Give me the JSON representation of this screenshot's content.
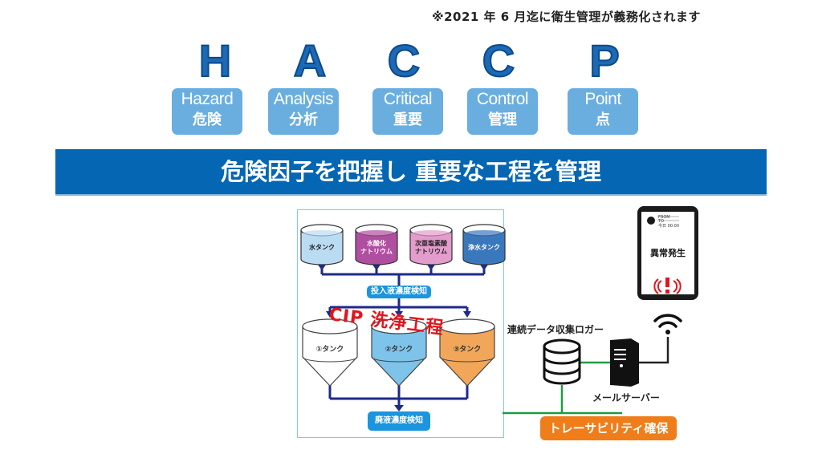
{
  "note": "※2021 年 6 月迄に衛生管理が義務化されます",
  "haccp": [
    {
      "letter": "H",
      "en": "Hazard",
      "ja": "危険"
    },
    {
      "letter": "A",
      "en": "Analysis",
      "ja": "分析"
    },
    {
      "letter": "C",
      "en": "Critical",
      "ja": "重要"
    },
    {
      "letter": "C",
      "en": "Control",
      "ja": "管理"
    },
    {
      "letter": "P",
      "en": "Point",
      "ja": "点"
    }
  ],
  "banner": "危険因子を把握し 重要な工程を管理",
  "process": {
    "supply_tanks": [
      {
        "label": "水タンク",
        "color": "#b9dcf3"
      },
      {
        "label": "水酸化\nナトリウム",
        "color": "#b04ea0"
      },
      {
        "label": "次亜塩素酸\nナトリウム",
        "color": "#e39ccc"
      },
      {
        "label": "浄水タンク",
        "color": "#3a78bd"
      }
    ],
    "input_sensor": "投入液濃度検知",
    "cip_title": "CIP 洗浄工程",
    "process_tanks": [
      {
        "label": "①タンク",
        "color": "#ffffff"
      },
      {
        "label": "②タンク",
        "color": "#7dc3ea"
      },
      {
        "label": "③タンク",
        "color": "#f2a659"
      }
    ],
    "waste_sensor": "廃液濃度検知"
  },
  "system": {
    "logger_label": "連続データ収集ロガー",
    "mail_server_label": "メールサーバー",
    "traceability": "トレーサビリティ確保",
    "phone": {
      "from": "FROM",
      "to": "TO",
      "date": "今日 00:00",
      "message": "異常発生"
    }
  }
}
